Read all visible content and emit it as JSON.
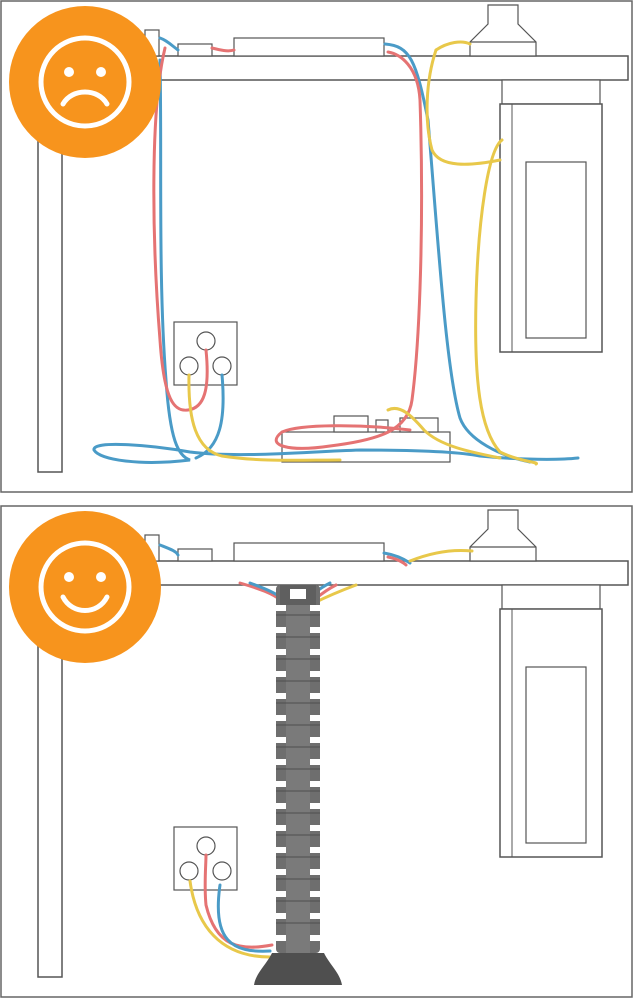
{
  "panels": [
    {
      "id": "before",
      "mood": "sad",
      "emoji_icon": "sad-face-icon",
      "cables": "tangled"
    },
    {
      "id": "after",
      "mood": "happy",
      "emoji_icon": "happy-face-icon",
      "cables": "managed"
    }
  ],
  "colors": {
    "frame": "#666666",
    "outline": "#555555",
    "emoji_badge": "#F7941D",
    "emoji_line": "#ffffff",
    "cable_red": "#E57373",
    "cable_blue": "#4A9BC7",
    "cable_yellow": "#E8C84A",
    "spine": "#6E6E6E",
    "spine_dark": "#4F4F4F",
    "spine_slot": "#ffffff"
  }
}
